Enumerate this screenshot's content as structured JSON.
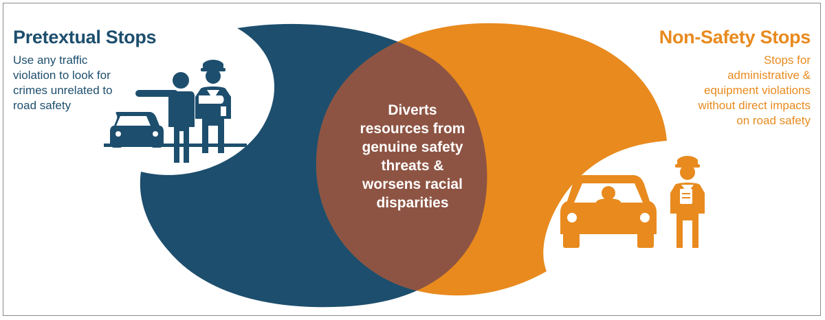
{
  "left": {
    "title": "Pretextual Stops",
    "description": "Use any traffic\nviolation to look for\ncrimes unrelated to\nroad safety",
    "color": "#1d4e6d"
  },
  "right": {
    "title": "Non-Safety Stops",
    "description": "Stops for\nadministrative &\nequipment violations\nwithout direct impacts\non road safety",
    "color": "#e88a1e"
  },
  "overlap": {
    "text": "Diverts\nresources from\ngenuine safety\nthreats &\nworsens racial\ndisparities",
    "color": "#8e5443"
  },
  "icons": [
    "pointing-person-icon",
    "police-officer-icon",
    "car-icon",
    "driver-in-car-icon",
    "officer-with-clipboard-icon"
  ]
}
